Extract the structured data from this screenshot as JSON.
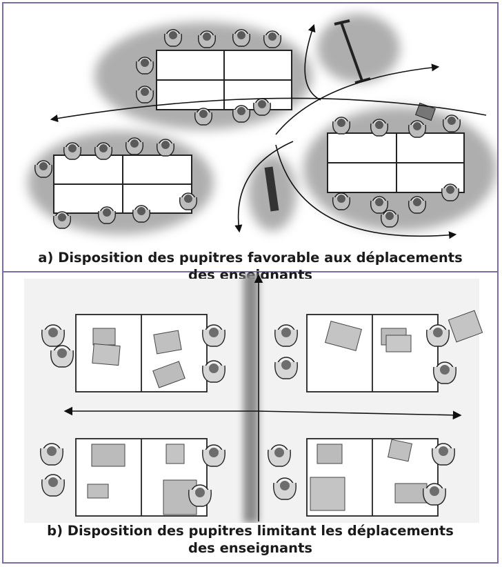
{
  "figure": {
    "panel_a": {
      "caption_line1": "a) Disposition des pupitres favorable aux déplacements",
      "caption_line2": "des enseignants"
    },
    "panel_b": {
      "caption_line1": "b) Disposition des pupitres limitant les déplacements",
      "caption_line2": "des enseignants"
    }
  }
}
